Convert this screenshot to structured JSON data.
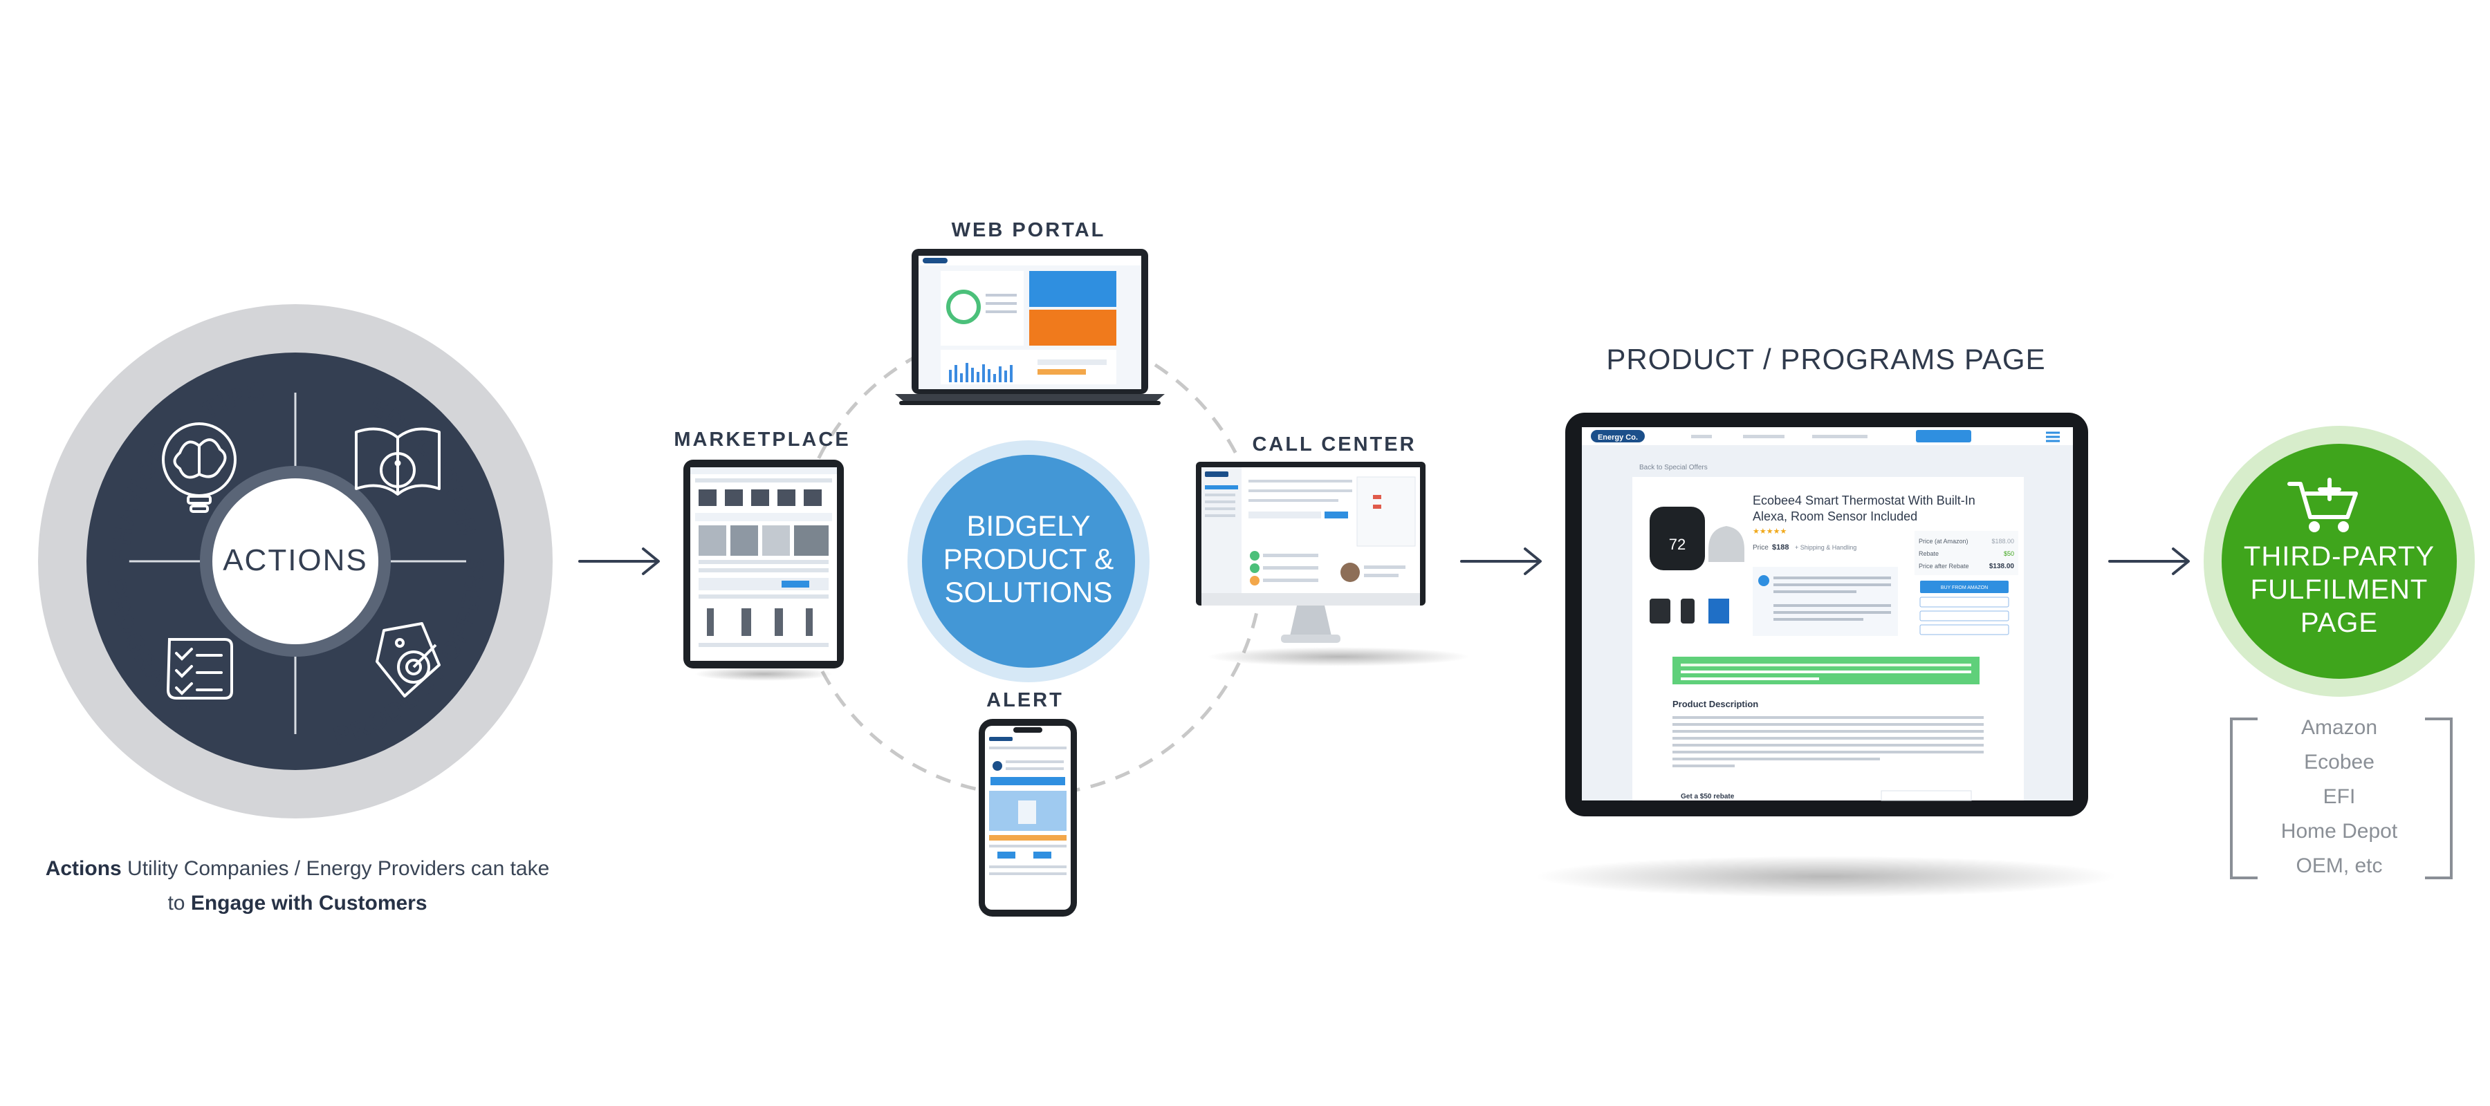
{
  "actions": {
    "center_label": "ACTIONS",
    "ring_labels": {
      "behavioral_tips": "BEHAVIORAL TIPS",
      "education": "EDUCATION",
      "programs": "PROGRAMS",
      "product_offers": "PRODUCT OFFERS"
    },
    "caption": {
      "bold1": "Actions",
      "mid": " Utility Companies / Energy Providers can take",
      "line2_pre": "to ",
      "bold2": "Engage with Customers"
    }
  },
  "channels": {
    "web_portal": "WEB PORTAL",
    "marketplace": "MARKETPLACE",
    "call_center": "CALL CENTER",
    "alert": "ALERT",
    "center": [
      "BIDGELY",
      "PRODUCT &",
      "SOLUTIONS"
    ]
  },
  "product_page": {
    "heading": "PRODUCT / PROGRAMS PAGE",
    "brand": "Energy Co.",
    "back_link": "Back to Special Offers",
    "product_title_line1": "Ecobee4 Smart Thermostat With Built-In",
    "product_title_line2": "Alexa, Room Sensor Included",
    "thermostat_reading": "72",
    "price_label": "Price",
    "price_value": "$188",
    "shipping": "+ Shipping & Handling",
    "price_table": [
      {
        "label": "Price (at Amazon)",
        "value": "$188.00"
      },
      {
        "label": "Rebate",
        "value": "$50"
      },
      {
        "label": "Price after Rebate",
        "value": "$138.00"
      }
    ],
    "buy_button": "BUY FROM AMAZON",
    "section_title": "Product Description",
    "rebate_heading": "Get a $50 rebate"
  },
  "fulfilment": {
    "title": [
      "THIRD-PARTY",
      "FULFILMENT",
      "PAGE"
    ],
    "vendors": [
      "Amazon",
      "Ecobee",
      "EFI",
      "Home Depot",
      "OEM, etc"
    ]
  },
  "colors": {
    "navy": "#343f52",
    "ring_gray": "#d4d5d8",
    "center_blue": "#4397d6",
    "center_halo": "#d6e8f6",
    "green": "#3fa51c",
    "green_halo": "#d7edcb",
    "label_text": "#2f3a4c"
  }
}
